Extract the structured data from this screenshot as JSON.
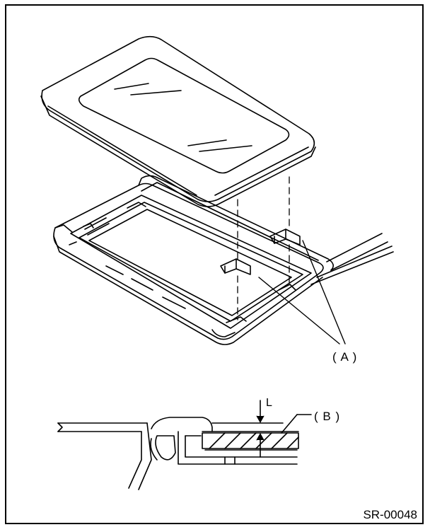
{
  "figure": {
    "code": "SR-00048",
    "stroke_color": "#000000",
    "background": "#ffffff"
  },
  "callouts": {
    "a": "( A )",
    "b": "( B )",
    "l": "L"
  }
}
